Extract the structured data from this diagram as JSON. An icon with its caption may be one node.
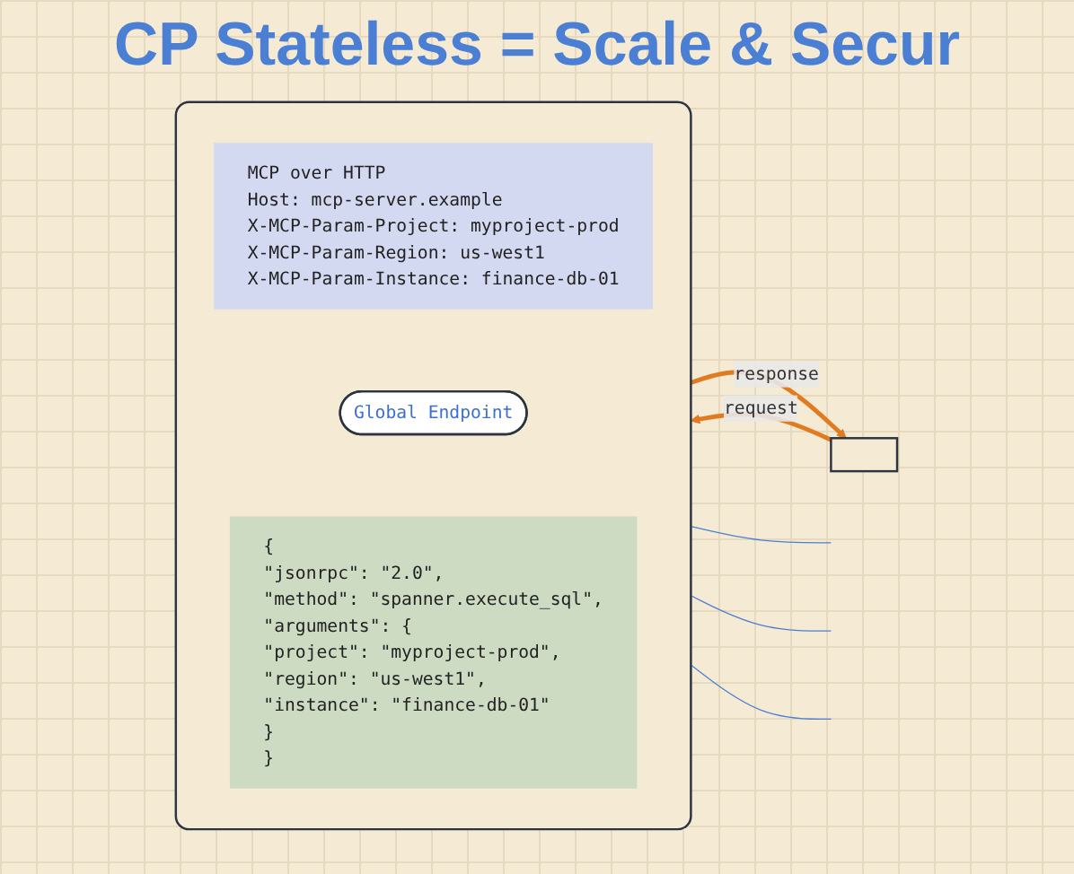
{
  "diagram": {
    "title": "CP Stateless = Scale & Secur",
    "nodes": [
      {
        "text": [],
        "shape": "box"
      },
      {
        "text": [],
        "shape": "box"
      },
      {
        "text": [
          "MCP over HTTP",
          "Host: mcp-server.example",
          "X-MCP-Param-Project: myproject-prod",
          "X-MCP-Param-Region: us-west1",
          "X-MCP-Param-Instance: finance-db-01"
        ],
        "in": 1
      },
      {
        "text": [
          "Global Endpoint"
        ],
        "in": 1
      },
      {
        "text": [
          "{",
          "\"jsonrpc\": \"2.0\",",
          "\"method\": \"spanner.execute_sql\",",
          "\"arguments\": {",
          "\"project\": \"myproject-prod\",",
          "\"region\": \"us-west1\",",
          "\"instance\": \"finance-db-01\"",
          "}",
          "}"
        ],
        "in": 1
      }
    ],
    "edges": [
      {
        "from": 0,
        "to": 1,
        "arrow": "to",
        "label": "request",
        "color": "#e07b22",
        "style": "thick"
      },
      {
        "from": 1,
        "to": 0,
        "arrow": "to",
        "label": "response",
        "color": "#e07b22",
        "style": "thick"
      },
      {
        "from": 1,
        "to": null,
        "arrow": "none",
        "color": "#4a7fd4"
      },
      {
        "from": 1,
        "to": null,
        "arrow": "none",
        "color": "#4a7fd4"
      },
      {
        "from": 1,
        "to": null,
        "arrow": "none",
        "color": "#4a7fd4"
      }
    ]
  }
}
